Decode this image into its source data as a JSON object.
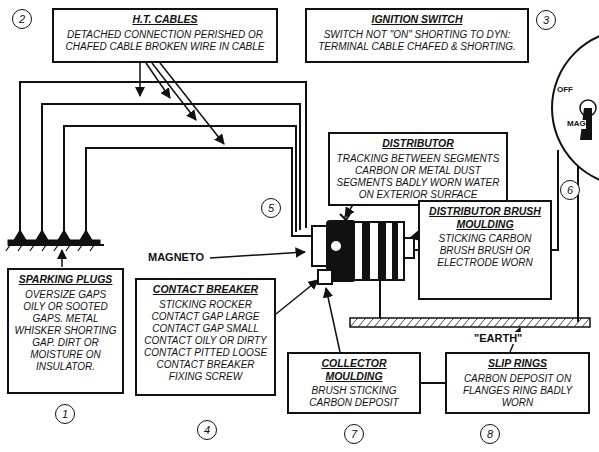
{
  "diagram": {
    "nodes": [
      {
        "text": [
          "H.T. CABLES",
          "DETACHED CONNECTION PERISHED OR CHAFED CABLE BROKEN WIRE IN CABLE"
        ]
      },
      {
        "text": [
          "IGNITION SWITCH",
          "SWITCH NOT \"ON\" SHORTING TO DYN: TERMINAL CABLE CHAFED & SHORTING."
        ]
      },
      {
        "text": [
          "DISTRIBUTOR",
          "TRACKING BETWEEN SEGMENTS CARBON OR METAL DUST SEGMENTS BADLY WORN WATER ON EXTERIOR SURFACE"
        ]
      },
      {
        "text": [
          "DISTRIBUTOR BRUSH MOULDING",
          "STICKING CARBON BRUSH BRUSH OR ELECTRODE WORN"
        ]
      },
      {
        "text": [
          "SPARKING PLUGS",
          "OVERSIZE GAPS OILY OR SOOTED GAPS. METAL WHISKER SHORTING GAP. DIRT OR MOISTURE ON INSULATOR."
        ]
      },
      {
        "text": [
          "CONTACT BREAKER",
          "STICKING ROCKER CONTACT GAP LARGE CONTACT GAP SMALL CONTACT OILY OR DIRTY CONTACT PITTED LOOSE CONTACT BREAKER FIXING SCREW"
        ]
      },
      {
        "text": [
          "COLLECTOR MOULDING",
          "BRUSH STICKING CARBON DEPOSIT"
        ]
      },
      {
        "text": [
          "SLIP RINGS",
          "CARBON DEPOSIT ON FLANGES RING BADLY WORN"
        ]
      }
    ],
    "edges": [
      {
        "from": 6,
        "to": 7,
        "arrow": "none"
      }
    ],
    "labels": [
      "2",
      "3",
      "1",
      "4",
      "5",
      "6",
      "7",
      "8",
      "MAGNETO",
      "\"EARTH\"",
      "OFF",
      "MAG"
    ]
  }
}
